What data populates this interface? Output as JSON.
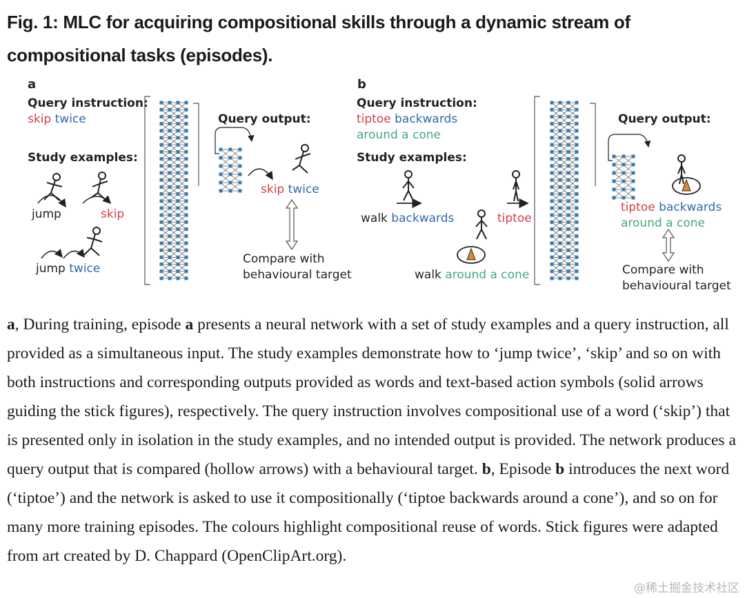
{
  "title": "Fig. 1: MLC for acquiring compositional skills through a dynamic stream of compositional tasks (episodes).",
  "panel_a": {
    "letter": "a",
    "query_instruction_heading": "Query instruction:",
    "query_w1": "skip",
    "query_w2": "twice",
    "study_heading": "Study examples:",
    "ex_jump": "jump",
    "ex_skip": "skip",
    "ex_jump2": "jump",
    "ex_twice": "twice",
    "output_heading": "Query output:",
    "out_w1": "skip",
    "out_w2": "twice",
    "compare_line1": "Compare with",
    "compare_line2": "behavioural target"
  },
  "panel_b": {
    "letter": "b",
    "query_instruction_heading": "Query instruction:",
    "query_w1": "tiptoe",
    "query_w2": "backwards",
    "query_line2": "around a cone",
    "study_heading": "Study examples:",
    "ex_walk": "walk",
    "ex_backwards": "backwards",
    "ex_tiptoe": "tiptoe",
    "ex_walk2": "walk",
    "ex_around": "around a cone",
    "output_heading": "Query output:",
    "out_w1": "tiptoe",
    "out_w2": "backwards",
    "out_line2": "around a cone",
    "compare_line1": "Compare with",
    "compare_line2": "behavioural target"
  },
  "caption": {
    "a_letter": "a",
    "p1": ", During training, episode ",
    "p1_letter": "a",
    "p2": " presents a neural network with a set of study examples and a query instruction, all provided as a simultaneous input. The study examples demonstrate how to ‘jump twice’, ‘skip’ and so on with both instructions and corresponding outputs provided as words and text-based action symbols (solid arrows guiding the stick figures), respectively. The query instruction involves compositional use of a word (‘skip’) that is presented only in isolation in the study examples, and no intended output is provided. The network produces a query output that is compared (hollow arrows) with a behavioural target. ",
    "b_letter": "b",
    "p3": ", Episode ",
    "p3_letter": "b",
    "p4": " introduces the next word (‘tiptoe’) and the network is asked to use it compositionally (‘tiptoe backwards around a cone’), and so on for many more training episodes. The colours highlight compositional reuse of words. Stick figures were adapted from art created by D. Chappard (OpenClipArt.org)."
  },
  "watermark": "@稀土掘金技术社区",
  "colors": {
    "red": "#d0404a",
    "blue": "#2f6aa8",
    "green": "#45a87a"
  }
}
